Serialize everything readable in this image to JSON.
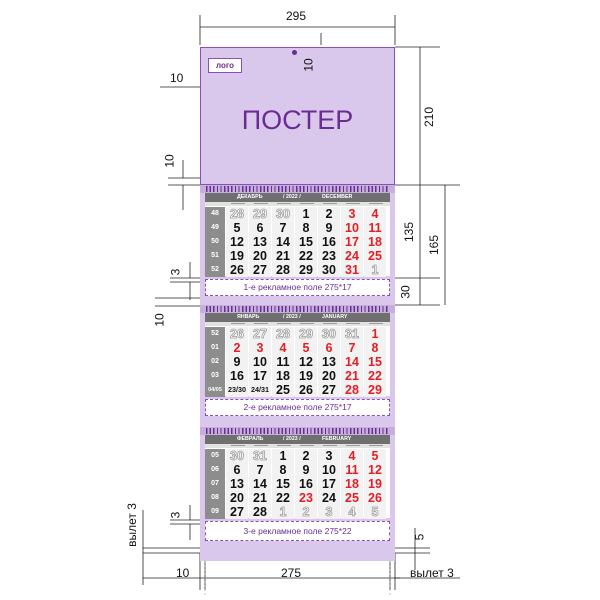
{
  "header": {
    "logo": "лого",
    "title": "ПОСТЕР"
  },
  "colors": {
    "purple": "#6b2c91",
    "panel": "#d9c8ec",
    "red": "#e31e24",
    "gray_dark": "#6f6f6f",
    "gray_week": "#8d8d8d"
  },
  "months": [
    {
      "name_ru": "ДЕКАБРЬ",
      "year": "/ 2022 /",
      "name_en": "DECEMBER",
      "weeks": [
        "48",
        "49",
        "50",
        "51",
        "52"
      ],
      "rows": [
        [
          {
            "t": "28",
            "s": "out"
          },
          {
            "t": "29",
            "s": "out"
          },
          {
            "t": "30",
            "s": "out"
          },
          {
            "t": "1",
            "s": "n"
          },
          {
            "t": "2",
            "s": "n"
          },
          {
            "t": "3",
            "s": "red"
          },
          {
            "t": "4",
            "s": "red"
          }
        ],
        [
          {
            "t": "5",
            "s": "n"
          },
          {
            "t": "6",
            "s": "n"
          },
          {
            "t": "7",
            "s": "n"
          },
          {
            "t": "8",
            "s": "n"
          },
          {
            "t": "9",
            "s": "n"
          },
          {
            "t": "10",
            "s": "red"
          },
          {
            "t": "11",
            "s": "red"
          }
        ],
        [
          {
            "t": "12",
            "s": "n"
          },
          {
            "t": "13",
            "s": "n"
          },
          {
            "t": "14",
            "s": "n"
          },
          {
            "t": "15",
            "s": "n"
          },
          {
            "t": "16",
            "s": "n"
          },
          {
            "t": "17",
            "s": "red"
          },
          {
            "t": "18",
            "s": "red"
          }
        ],
        [
          {
            "t": "19",
            "s": "n"
          },
          {
            "t": "20",
            "s": "n"
          },
          {
            "t": "21",
            "s": "n"
          },
          {
            "t": "22",
            "s": "n"
          },
          {
            "t": "23",
            "s": "n"
          },
          {
            "t": "24",
            "s": "red"
          },
          {
            "t": "25",
            "s": "red"
          }
        ],
        [
          {
            "t": "26",
            "s": "n"
          },
          {
            "t": "27",
            "s": "n"
          },
          {
            "t": "28",
            "s": "n"
          },
          {
            "t": "29",
            "s": "n"
          },
          {
            "t": "30",
            "s": "n"
          },
          {
            "t": "31",
            "s": "red"
          },
          {
            "t": "1",
            "s": "out"
          }
        ]
      ],
      "ad_label": "1-е рекламное поле 275*17"
    },
    {
      "name_ru": "ЯНВАРЬ",
      "year": "/ 2023 /",
      "name_en": "JANUARY",
      "weeks": [
        "52",
        "01",
        "02",
        "03",
        "04/05"
      ],
      "rows": [
        [
          {
            "t": "26",
            "s": "out"
          },
          {
            "t": "27",
            "s": "out"
          },
          {
            "t": "28",
            "s": "out"
          },
          {
            "t": "29",
            "s": "out"
          },
          {
            "t": "30",
            "s": "out"
          },
          {
            "t": "31",
            "s": "out"
          },
          {
            "t": "1",
            "s": "red"
          }
        ],
        [
          {
            "t": "2",
            "s": "red"
          },
          {
            "t": "3",
            "s": "red"
          },
          {
            "t": "4",
            "s": "red"
          },
          {
            "t": "5",
            "s": "red"
          },
          {
            "t": "6",
            "s": "red"
          },
          {
            "t": "7",
            "s": "red"
          },
          {
            "t": "8",
            "s": "red"
          }
        ],
        [
          {
            "t": "9",
            "s": "n"
          },
          {
            "t": "10",
            "s": "n"
          },
          {
            "t": "11",
            "s": "n"
          },
          {
            "t": "12",
            "s": "n"
          },
          {
            "t": "13",
            "s": "n"
          },
          {
            "t": "14",
            "s": "red"
          },
          {
            "t": "15",
            "s": "red"
          }
        ],
        [
          {
            "t": "16",
            "s": "n"
          },
          {
            "t": "17",
            "s": "n"
          },
          {
            "t": "18",
            "s": "n"
          },
          {
            "t": "19",
            "s": "n"
          },
          {
            "t": "20",
            "s": "n"
          },
          {
            "t": "21",
            "s": "red"
          },
          {
            "t": "22",
            "s": "red"
          }
        ],
        [
          {
            "t": "23/30",
            "s": "sm"
          },
          {
            "t": "24/31",
            "s": "sm"
          },
          {
            "t": "25",
            "s": "n"
          },
          {
            "t": "26",
            "s": "n"
          },
          {
            "t": "27",
            "s": "n"
          },
          {
            "t": "28",
            "s": "red"
          },
          {
            "t": "29",
            "s": "red"
          }
        ]
      ],
      "ad_label": "2-е рекламное поле 275*17"
    },
    {
      "name_ru": "ФЕВРАЛЬ",
      "year": "/ 2023 /",
      "name_en": "FEBRUARY",
      "weeks": [
        "05",
        "06",
        "07",
        "08",
        "09"
      ],
      "rows": [
        [
          {
            "t": "30",
            "s": "out"
          },
          {
            "t": "31",
            "s": "out"
          },
          {
            "t": "1",
            "s": "n"
          },
          {
            "t": "2",
            "s": "n"
          },
          {
            "t": "3",
            "s": "n"
          },
          {
            "t": "4",
            "s": "red"
          },
          {
            "t": "5",
            "s": "red"
          }
        ],
        [
          {
            "t": "6",
            "s": "n"
          },
          {
            "t": "7",
            "s": "n"
          },
          {
            "t": "8",
            "s": "n"
          },
          {
            "t": "9",
            "s": "n"
          },
          {
            "t": "10",
            "s": "n"
          },
          {
            "t": "11",
            "s": "red"
          },
          {
            "t": "12",
            "s": "red"
          }
        ],
        [
          {
            "t": "13",
            "s": "n"
          },
          {
            "t": "14",
            "s": "n"
          },
          {
            "t": "15",
            "s": "n"
          },
          {
            "t": "16",
            "s": "n"
          },
          {
            "t": "17",
            "s": "n"
          },
          {
            "t": "18",
            "s": "red"
          },
          {
            "t": "19",
            "s": "red"
          }
        ],
        [
          {
            "t": "20",
            "s": "n"
          },
          {
            "t": "21",
            "s": "n"
          },
          {
            "t": "22",
            "s": "n"
          },
          {
            "t": "23",
            "s": "red"
          },
          {
            "t": "24",
            "s": "n"
          },
          {
            "t": "25",
            "s": "red"
          },
          {
            "t": "26",
            "s": "red"
          }
        ],
        [
          {
            "t": "27",
            "s": "n"
          },
          {
            "t": "28",
            "s": "n"
          },
          {
            "t": "1",
            "s": "out"
          },
          {
            "t": "2",
            "s": "out"
          },
          {
            "t": "3",
            "s": "out"
          },
          {
            "t": "4",
            "s": "out"
          },
          {
            "t": "5",
            "s": "out"
          }
        ]
      ],
      "ad_label": "3-е рекламное поле 275*22"
    }
  ],
  "dimensions": {
    "width_top": "295",
    "hole_offset": "10",
    "logo_offset": "10",
    "header_height": "210",
    "coil_gap": "10",
    "calendar_height": "135",
    "block_height": "165",
    "ad_gap": "3",
    "ad_height": "30",
    "section_gap": "10",
    "bleed_left": "вылет 3",
    "ad_gap_bottom": "3",
    "bottom_margin": "5",
    "left_margin": "10",
    "width_bottom": "275",
    "bleed_right": "вылет 3"
  }
}
